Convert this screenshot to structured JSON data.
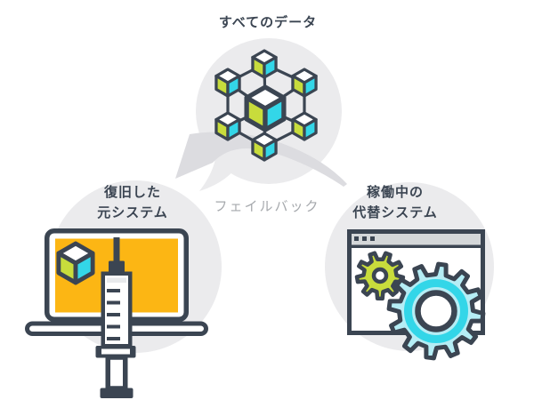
{
  "labels": {
    "all_data": "すべてのデータ",
    "failback": "フェイルバック",
    "left_system_line1": "復旧した",
    "left_system_line2": "元システム",
    "right_system_line1": "稼働中の",
    "right_system_line2": "代替システム"
  },
  "icons": {
    "top": "connected-cubes-data-network",
    "left": "laptop-with-syringe-injection",
    "right": "browser-window-with-gears"
  },
  "colors": {
    "dark": "#3b4552",
    "yellow": "#fcb614",
    "cyan": "#33d6e8",
    "cyan-light": "#b5edf5",
    "green": "#c8dc3c",
    "circle": "#ebebed",
    "swoosh": "#dcdce0",
    "titlebar": "#d4d7d9",
    "graytext": "#a6a9ad",
    "white": "#ffffff"
  }
}
